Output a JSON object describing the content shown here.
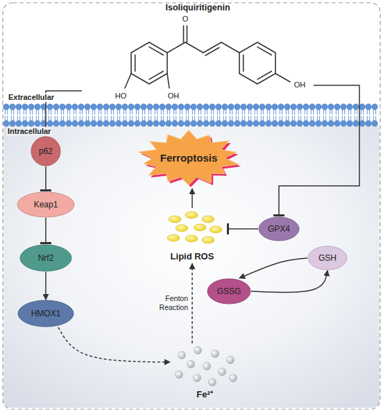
{
  "diagram": {
    "nodes": [
      {
        "text": [
          "Isoliquiritigenin"
        ]
      },
      {
        "text": [
          "p62"
        ]
      },
      {
        "text": [
          "Ferroptosis"
        ]
      },
      {
        "text": [
          "Keap1"
        ]
      },
      {
        "text": [
          "GPX4"
        ]
      },
      {
        "text": [
          "GSH"
        ]
      },
      {
        "text": [
          "Lipid ROS"
        ]
      },
      {
        "text": [
          "Nrf2"
        ]
      },
      {
        "text": [
          "GSSG"
        ]
      },
      {
        "text": [
          "HMOX1"
        ]
      },
      {
        "text": [
          "Fe²⁺"
        ]
      }
    ],
    "edges": [
      {
        "from": 0,
        "to": 1,
        "arrow": "to"
      },
      {
        "from": 0,
        "to": 4,
        "arrow": "to"
      },
      {
        "from": 1,
        "to": 3,
        "arrow": "to"
      },
      {
        "from": 3,
        "to": 7,
        "arrow": "to"
      },
      {
        "from": 7,
        "to": 9,
        "arrow": "to"
      },
      {
        "from": 9,
        "to": 10,
        "arrow": "to"
      },
      {
        "from": 10,
        "to": 6,
        "label": "Fenton Reaction",
        "arrow": "to"
      },
      {
        "from": 6,
        "to": 2,
        "arrow": "to"
      },
      {
        "from": 4,
        "to": 6,
        "arrow": "to"
      },
      {
        "from": 5,
        "to": 8,
        "arrow": "to"
      },
      {
        "from": 8,
        "to": 5,
        "arrow": "to"
      }
    ],
    "labels": [
      "Extracellular",
      "Intracellular",
      "O",
      "HO",
      "OH",
      "OH"
    ]
  }
}
